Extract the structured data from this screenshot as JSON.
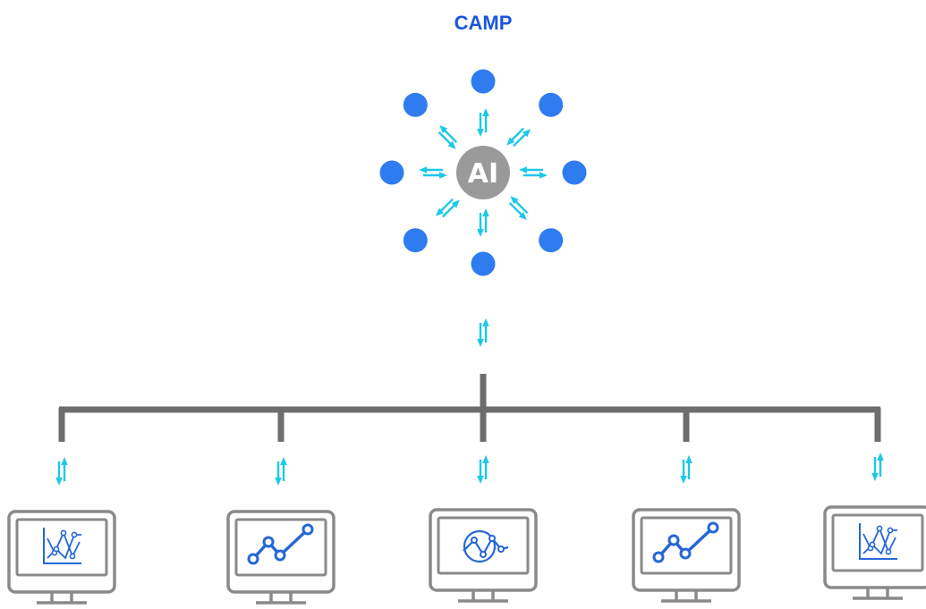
{
  "diagram": {
    "title": "CAMP",
    "hub_label": "AI",
    "node_count": 8,
    "terminal_count": 5,
    "terminal_icons": [
      "crossing-line-chart-icon",
      "rising-line-chart-icon",
      "circular-network-icon",
      "rising-line-chart-icon",
      "crossing-line-chart-icon"
    ]
  },
  "colors": {
    "title": "#1a56db",
    "node": "#2f7cf0",
    "hub": "#9a9a9a",
    "hub_text": "#ffffff",
    "arrow": "#1ec8e8",
    "bus": "#6d6d6d",
    "monitor": "#8a8a8a",
    "chart": "#2567d6"
  }
}
